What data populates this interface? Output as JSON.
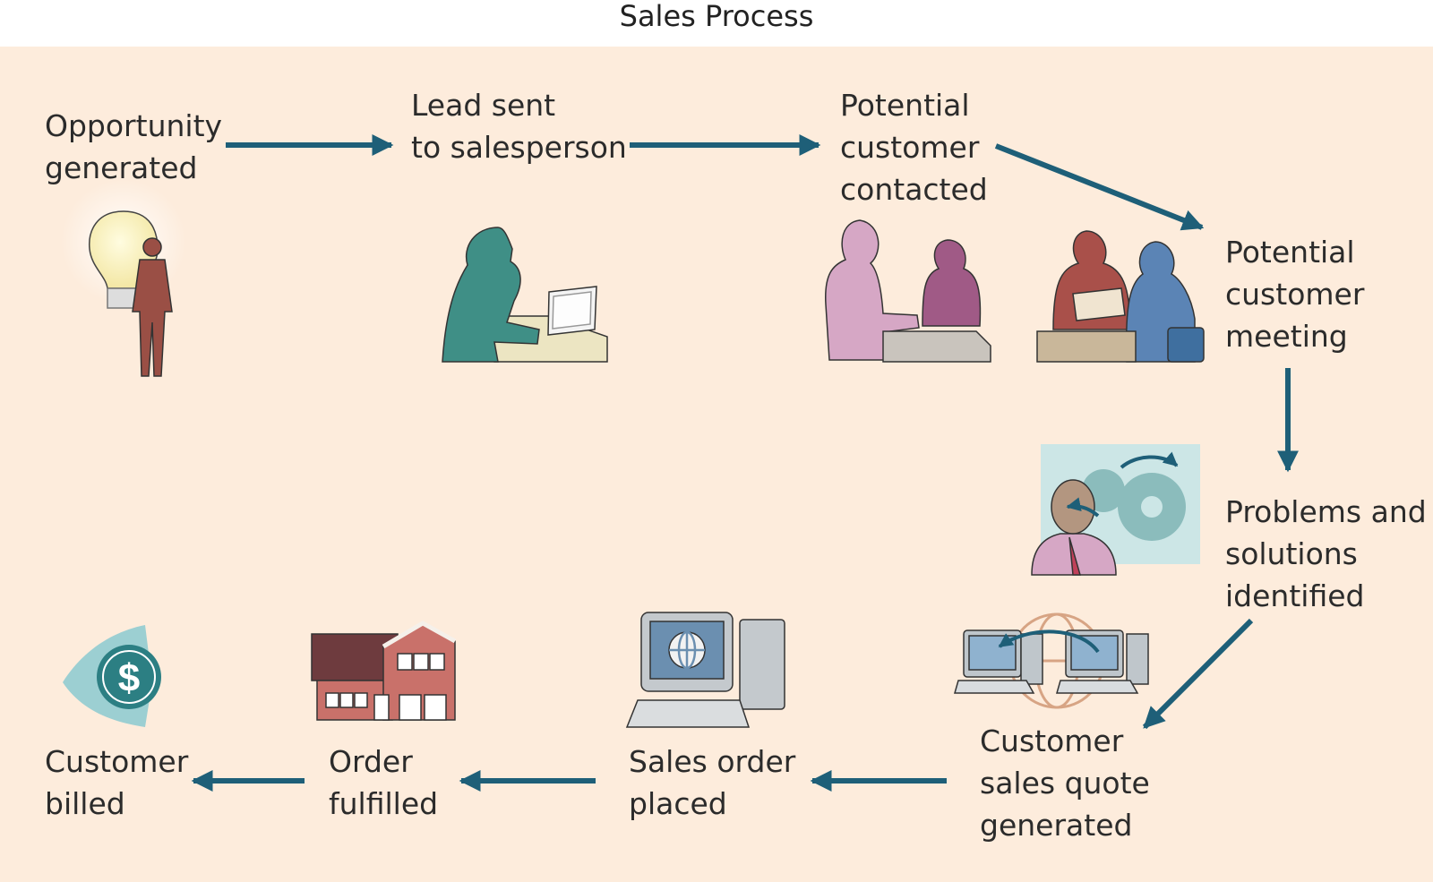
{
  "title": "Sales Process",
  "colors": {
    "background": "#fdecdc",
    "arrow": "#1e5f78",
    "text": "#2b2b2b"
  },
  "steps": [
    {
      "label": "Opportunity\ngenerated",
      "icon": "lightbulb-person-icon"
    },
    {
      "label": "Lead sent\nto salesperson",
      "icon": "person-laptop-icon"
    },
    {
      "label": "Potential\ncustomer\ncontacted",
      "icon": "two-people-talking-icon"
    },
    {
      "label": "Potential\ncustomer\nmeeting",
      "icon": "people-meeting-icon"
    },
    {
      "label": "Problems and\nsolutions\nidentified",
      "icon": "thinking-gears-icon"
    },
    {
      "label": "Customer\nsales quote\ngenerated",
      "icon": "networked-computers-icon"
    },
    {
      "label": "Sales order\nplaced",
      "icon": "computer-globe-icon"
    },
    {
      "label": "Order\nfulfilled",
      "icon": "house-icon"
    },
    {
      "label": "Customer\nbilled",
      "icon": "dollar-coin-icon"
    }
  ]
}
